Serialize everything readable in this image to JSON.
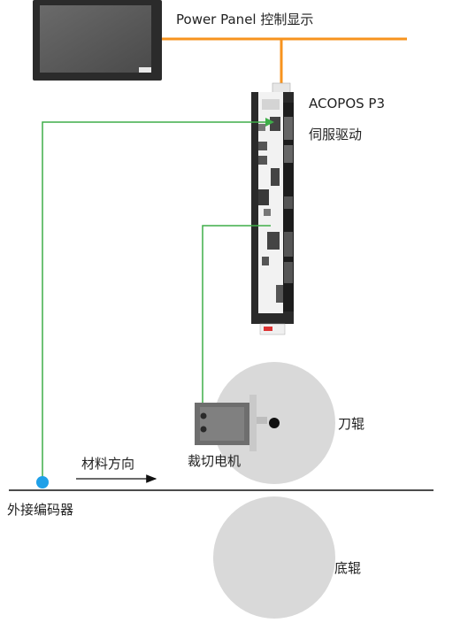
{
  "labels": {
    "panel": "Power Panel 控制显示",
    "drive_model": "ACOPOS P3",
    "drive_type": "伺服驱动",
    "knife_roller": "刀辊",
    "motor": "裁切电机",
    "material_direction": "材料方向",
    "encoder": "外接编码器",
    "bottom_roller": "底辊"
  },
  "colors": {
    "ethernet_line": "#f7931e",
    "signal_line": "#3fae49",
    "roller_fill": "#d9d9d9",
    "encoder_dot": "#1fa0e8",
    "panel_body": "#2b2b2b",
    "panel_screen": "#555555"
  },
  "icons": {
    "panel": "touch-panel-icon",
    "drive": "servo-drive-icon",
    "motor": "servo-motor-icon",
    "encoder": "encoder-dot-icon"
  }
}
